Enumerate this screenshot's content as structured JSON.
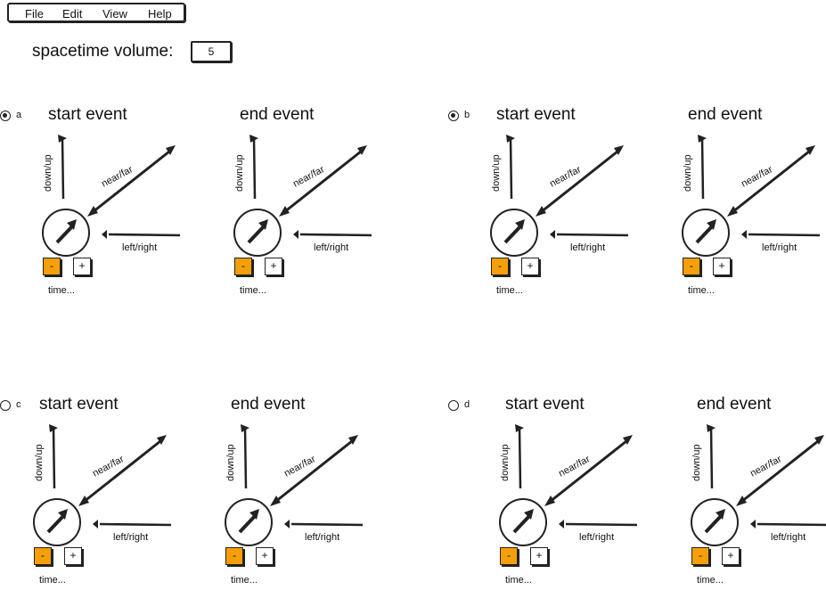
{
  "menu": {
    "items": [
      "File",
      "Edit",
      "View",
      "Help"
    ]
  },
  "volume": {
    "label": "spacetime volume:",
    "value": "5"
  },
  "options": [
    {
      "letter": "a",
      "selected": true,
      "start": {
        "title": "start event",
        "down_up": "down/up",
        "near_far": "near/far",
        "left_right": "left/right",
        "minus": "-",
        "plus": "+",
        "time": "time..."
      },
      "end": {
        "title": "end event",
        "down_up": "down/up",
        "near_far": "near/far",
        "left_right": "left/right",
        "minus": "-",
        "plus": "+",
        "time": "time..."
      }
    },
    {
      "letter": "b",
      "selected": true,
      "start": {
        "title": "start event",
        "down_up": "down/up",
        "near_far": "near/far",
        "left_right": "left/right",
        "minus": "-",
        "plus": "+",
        "time": "time..."
      },
      "end": {
        "title": "end event",
        "down_up": "down/up",
        "near_far": "near/far",
        "left_right": "left/right",
        "minus": "-",
        "plus": "+",
        "time": "time..."
      }
    },
    {
      "letter": "c",
      "selected": false,
      "start": {
        "title": "start event",
        "down_up": "down/up",
        "near_far": "near/far",
        "left_right": "left/right",
        "minus": "-",
        "plus": "+",
        "time": "time..."
      },
      "end": {
        "title": "end event",
        "down_up": "down/up",
        "near_far": "near/far",
        "left_right": "left/right",
        "minus": "-",
        "plus": "+",
        "time": "time..."
      }
    },
    {
      "letter": "d",
      "selected": false,
      "start": {
        "title": "start event",
        "down_up": "down/up",
        "near_far": "near/far",
        "left_right": "left/right",
        "minus": "-",
        "plus": "+",
        "time": "time..."
      },
      "end": {
        "title": "end event",
        "down_up": "down/up",
        "near_far": "near/far",
        "left_right": "left/right",
        "minus": "-",
        "plus": "+",
        "time": "time..."
      }
    }
  ],
  "colors": {
    "minus_button": "#f59f0b",
    "stroke": "#222222"
  },
  "icons": {
    "direction_dial": "arrow-dial-icon",
    "radio_selected": "radio-selected-icon",
    "radio_unselected": "radio-unselected-icon"
  }
}
